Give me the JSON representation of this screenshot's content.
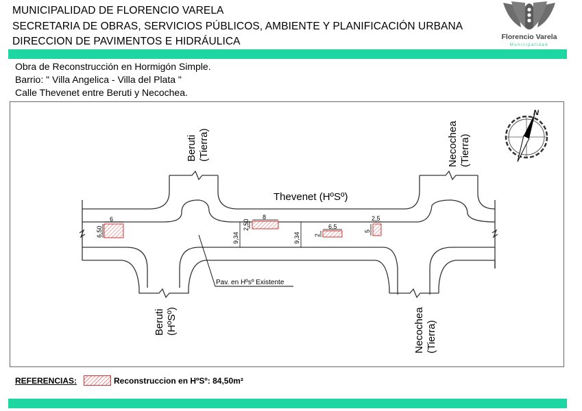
{
  "header": {
    "line1": "MUNICIPALIDAD DE FLORENCIO VARELA",
    "line2": "SECRETARIA DE OBRAS, SERVICIOS PÚBLICOS, AMBIENTE Y PLANIFICACIÓN URBANA",
    "line3": "DIRECCION DE PAVIMENTOS E HIDRÁULICA"
  },
  "logo": {
    "name": "Florencio Varela",
    "subtitle": "Municipalidad"
  },
  "colors": {
    "accent_bar": "#1dd6a1",
    "hatch": "#cc3333"
  },
  "work": {
    "line1": "Obra de Reconstrucción en Hormigón Simple.",
    "line2": "Barrio: \" Villa Angelica - Villa del Plata \"",
    "line3": "Calle Thevenet entre Beruti y Necochea."
  },
  "plan": {
    "street_main": "Thevenet (HºSº)",
    "beruti_top": [
      "Beruti",
      "(Tierra)"
    ],
    "necochea_top": [
      "Necochea",
      "(Tierra)"
    ],
    "beruti_bottom": [
      "Beruti",
      "(HºSº)"
    ],
    "necochea_bottom": [
      "Necochea",
      "(Tierra)"
    ],
    "existing_pavement": "Pav. en Hºsº Existente",
    "north": "N",
    "dims": {
      "p1_w": "6",
      "p1_h": "6,50",
      "p2_w": "8",
      "p2_h": "2,50",
      "p3_w": "6,5",
      "p3_h": "2",
      "p4_w": "2,5",
      "p4_h": "5",
      "width_a": "9,34",
      "width_b": "9,34"
    }
  },
  "references": {
    "title": "REFERENCIAS:",
    "text": "Reconstruccion en HºSº: 84,50m²"
  }
}
